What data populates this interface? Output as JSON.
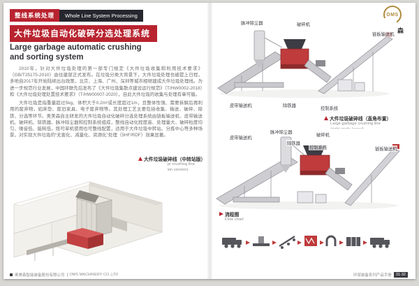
{
  "colors": {
    "accent_red": "#b8232f",
    "dark": "#26262e",
    "gold": "#b08a3e"
  },
  "header": {
    "badge_cn": "整线系统处理",
    "badge_en": "Whole Line System Processing",
    "title_cn": "大件垃圾自动化破碎分选处理系统",
    "title_en_line1": "Large garbage automatic crushing",
    "title_en_line2": "and sorting system"
  },
  "body": {
    "para1": "2010年，针对大件垃圾处理的第一部专门规定《大件垃圾收集和利用技术要求》（GB/T25175-2010）由住建部正式发布。在垃圾分类大背景下，大件垃圾处理也被提上日程，多地自2017年开始陆续出台政策，北京、上海、广州、深圳等城市相继建成大件垃圾处理线。为进一步规范行业发展，中国环联先后发布了《大件垃圾集散点建设运行规范》（T/HW0002-2018）和《大件垃圾处理处置技术要求》（T/HW00007-2020），自此大件垃圾的收集与处理有章可循。",
    "para2": "大件垃圾是指重量超过5kg、体积大于0.2m³或长度超过1m，且整体性强、需要拆解后再利用的废弃物，如床垫、废旧家具、电子废弃物等。其处理工艺主要包括收集、输送、破碎、除铁、分选等环节。奥美森自主研发的大件垃圾自动化破碎分选处理系统由链板输送机、皮带输送机、破碎机、除铁器、脉冲除尘器和控制系统组成，整线自动化程度高、处理量大、破碎粒度均匀、噪音低、能耗低，既可单机使用也可整线配置，适用于大件垃圾中转站、分拣中心等多种场景，对实现大件垃圾的“无害化、减量化、资源化”处理（5HF/RDF）效果显著。"
  },
  "left_figure": {
    "caption_cn": "大件垃圾破碎线（中转站版）",
    "caption_en_line1": "Large garbage crushing line",
    "caption_en_line2": "(transfer station version)"
  },
  "right": {
    "fig1": {
      "labels": {
        "dust": "脉冲除尘器",
        "crusher": "破碎机",
        "chain": "链板输送机",
        "belt": "皮带输送机",
        "iron": "除铁器",
        "control": "控制系统"
      },
      "caption_cn": "大件垃圾破碎线（直角布置）",
      "caption_en_line1": "Large garbage crushing line",
      "caption_en_line2": "(right angle layout)"
    },
    "fig2": {
      "labels": {
        "belt": "皮带输送机",
        "dust": "脉冲除尘器",
        "crusher": "破碎机",
        "iron": "除铁器",
        "control": "控制系统",
        "chain": "链板输送机"
      }
    },
    "flow": {
      "title_cn": "流程图",
      "title_en": "Flow chart"
    }
  },
  "brand": {
    "logo_text": "OMS",
    "name": "奥美森"
  },
  "footer": {
    "company_cn": "奥美森智能装备股份有限公司",
    "company_en": "OMS MACHINERY CO.,LTD",
    "catalog": "环保装备系列产品手册",
    "page_no": "31-32"
  }
}
